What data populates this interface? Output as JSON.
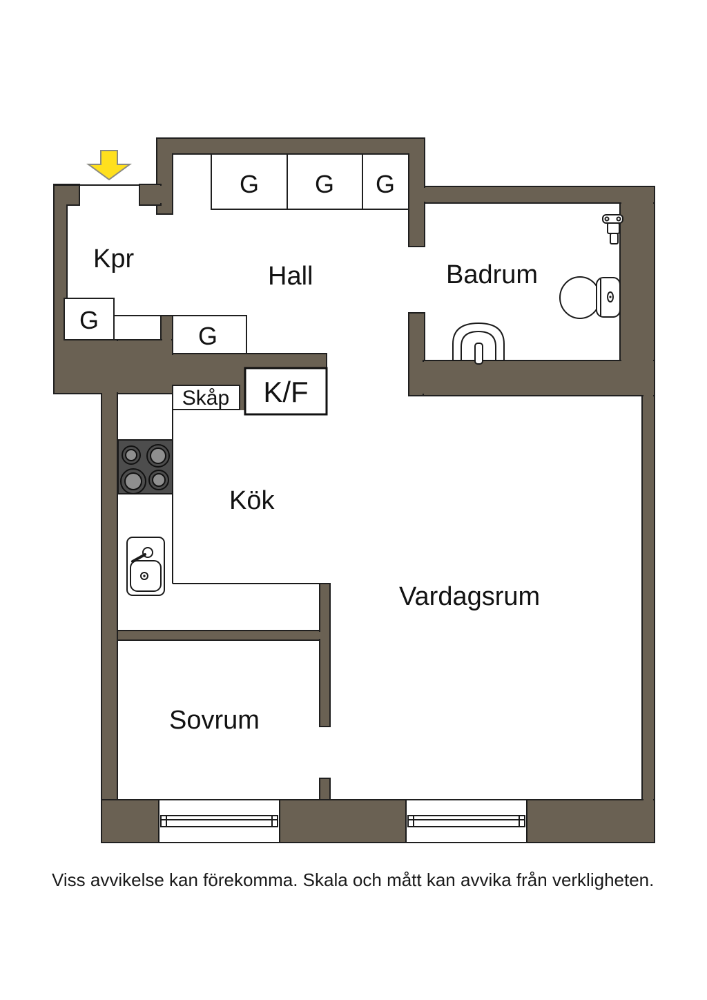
{
  "plan": {
    "type": "apartment-floor-plan",
    "rooms": {
      "kpr": "Kpr",
      "hall": "Hall",
      "badrum": "Badrum",
      "kok": "Kök",
      "vardagsrum": "Vardagsrum",
      "sovrum": "Sovrum"
    },
    "closets": {
      "g1": "G",
      "g2": "G",
      "g3": "G",
      "g_kpr": "G",
      "g_hall": "G",
      "skap": "Skåp",
      "kf": "K/F"
    },
    "icons": {
      "entrance": "entrance-arrow-icon",
      "fixtures": [
        "stove",
        "kitchen-sink",
        "toilet",
        "bathroom-sink",
        "shower-mixer"
      ]
    },
    "colors": {
      "wall": "#6A6153",
      "outline": "#1f1f1f",
      "entrance_arrow": "#FFE01E",
      "stove": "#4D4D4D",
      "burner": "#8F8F8F",
      "background": "#ffffff"
    }
  },
  "footer": {
    "disclaimer": "Viss avvikelse kan förekomma. Skala och mått kan avvika från verkligheten."
  }
}
